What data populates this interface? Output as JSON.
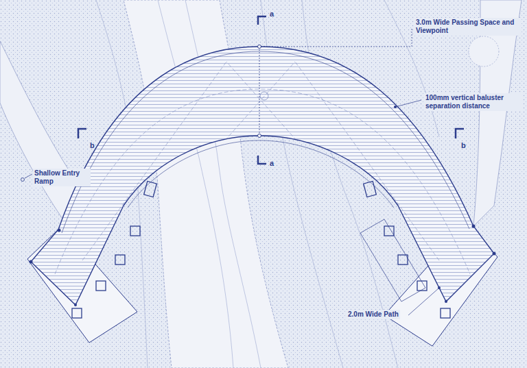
{
  "diagram": {
    "labels": [
      "3.0m Wide Passing Space and Viewpoint",
      "100mm vertical baluster separation distance",
      "Shallow Entry Ramp",
      "2.0m Wide Path",
      "a",
      "a",
      "b",
      "b"
    ]
  }
}
